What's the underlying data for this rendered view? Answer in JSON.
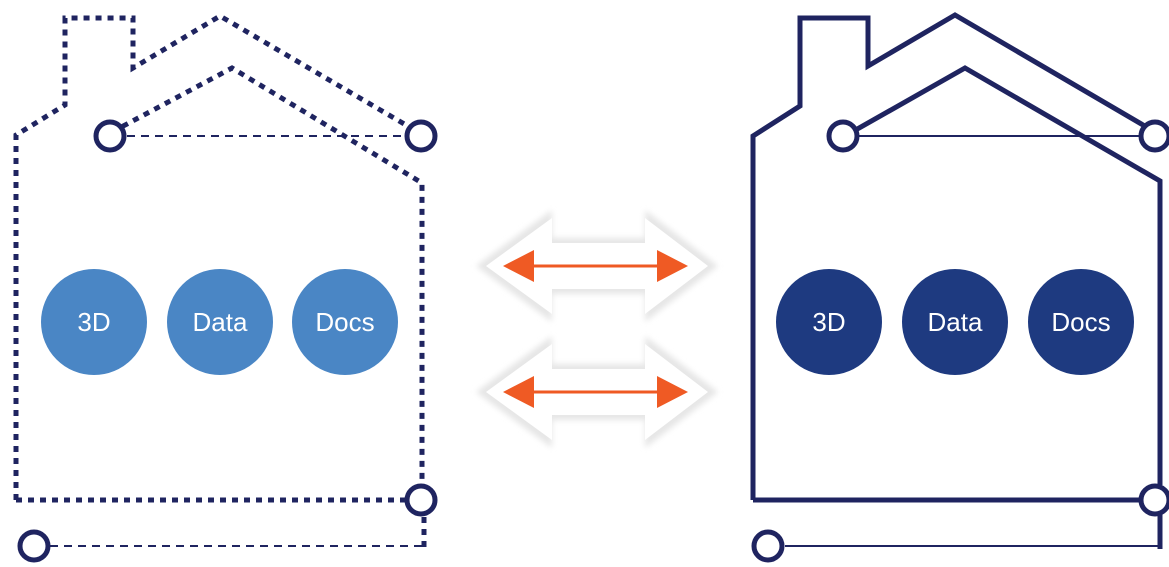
{
  "digital_house": {
    "circles": [
      {
        "label": "3D"
      },
      {
        "label": "Data"
      },
      {
        "label": "Docs"
      }
    ],
    "circle_color": "#4a86c5",
    "line_color": "#1f2460",
    "line_style": "dashed"
  },
  "physical_house": {
    "circles": [
      {
        "label": "3D"
      },
      {
        "label": "Data"
      },
      {
        "label": "Docs"
      }
    ],
    "circle_color": "#1e3a80",
    "line_color": "#1f2460",
    "line_style": "solid"
  },
  "connector": {
    "arrow_count": 2,
    "arrow_direction": "bidirectional",
    "arrow_color": "#ef5a24",
    "halo_color": "#e9e9e9"
  }
}
